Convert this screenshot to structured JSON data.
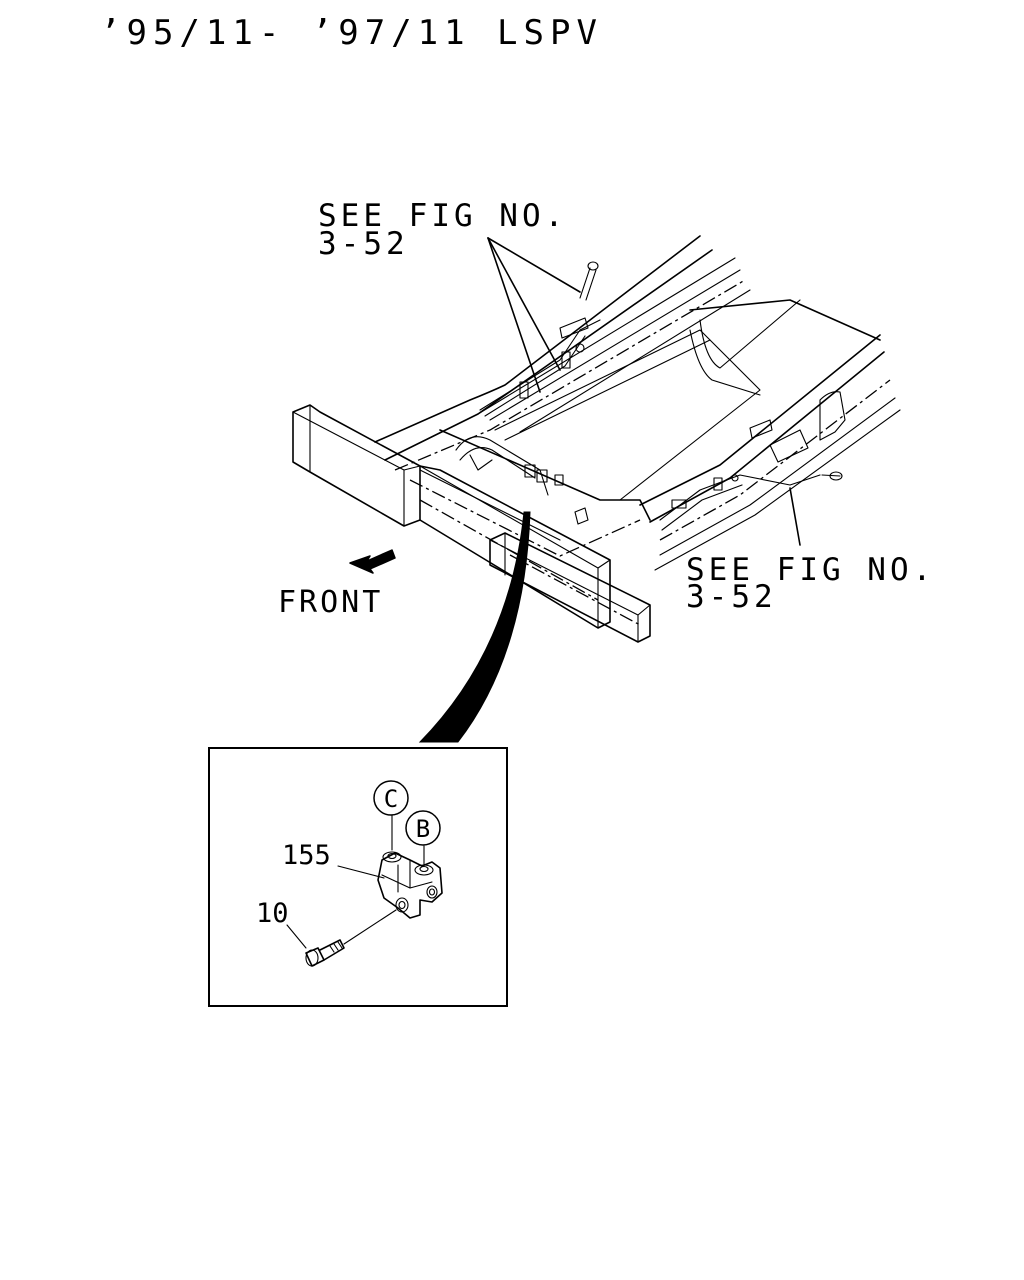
{
  "header": {
    "title": "’95/11- ’97/11 LSPV"
  },
  "callouts": {
    "see_fig_top": {
      "line1": "SEE FIG NO.",
      "line2": "3-52"
    },
    "see_fig_right": {
      "line1": "SEE FIG NO.",
      "line2": "3-52"
    },
    "front": "FRONT"
  },
  "detail": {
    "part_155": "155",
    "part_10": "10",
    "circle_c": "C",
    "circle_b": "B"
  }
}
